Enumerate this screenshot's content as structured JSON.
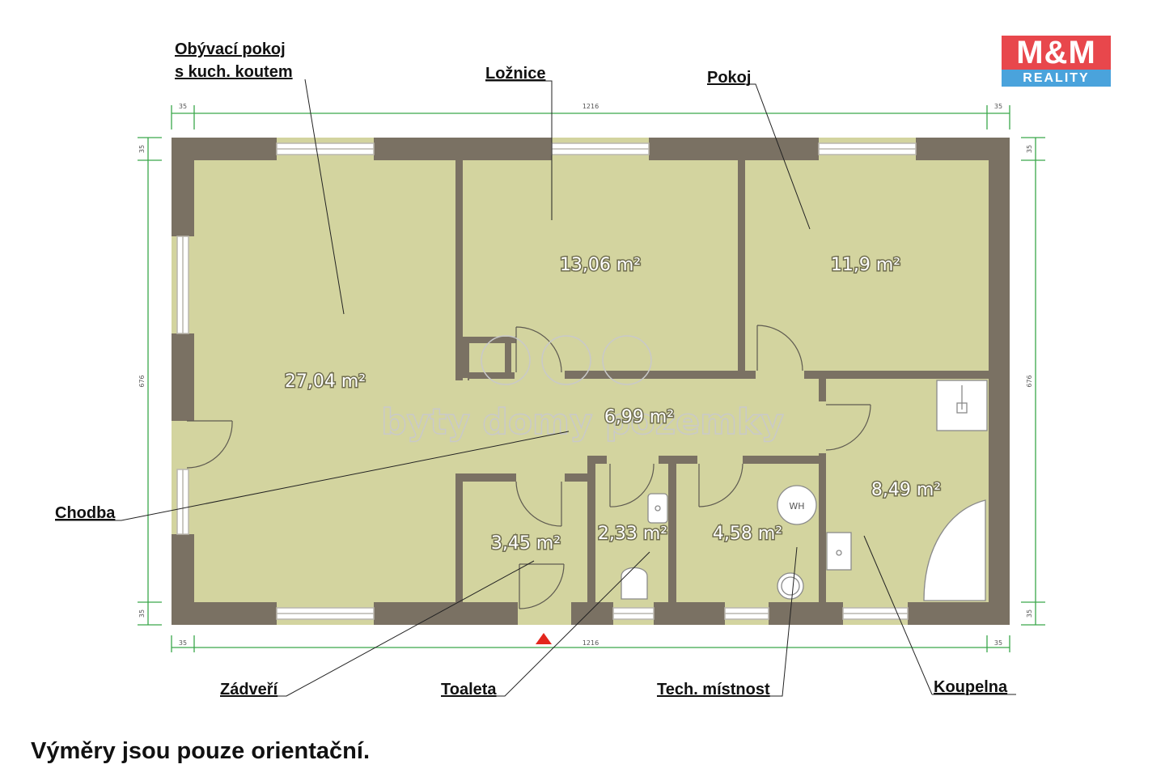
{
  "brand": {
    "logo_top": "M&M",
    "logo_bottom": "REALITY",
    "red": "#e8474c",
    "blue": "#4aa3dc"
  },
  "colors": {
    "floor": "#d3d49f",
    "wall": "#7a7163",
    "dimension": "#3aa84a",
    "entrance": "#e3261d"
  },
  "rooms": [
    {
      "id": "living",
      "area": "27,04 m²"
    },
    {
      "id": "bedroom",
      "area": "13,06 m²"
    },
    {
      "id": "room",
      "area": "11,9 m²"
    },
    {
      "id": "hall",
      "area": "6,99 m²"
    },
    {
      "id": "bathroom",
      "area": "8,49 m²"
    },
    {
      "id": "vestibule",
      "area": "3,45 m²"
    },
    {
      "id": "toilet",
      "area": "2,33 m²"
    },
    {
      "id": "tech",
      "area": "4,58 m²"
    }
  ],
  "callouts": {
    "living_line1": "Obývací pokoj",
    "living_line2": "s kuch. koutem",
    "bedroom": "Ložnice",
    "room": "Pokoj",
    "hall": "Chodba",
    "vestibule": "Zádveří",
    "toilet": "Toaleta",
    "tech": "Tech. místnost",
    "bathroom": "Koupelna"
  },
  "dimensions": {
    "top_left": "35",
    "top_mid": "1216",
    "top_right": "35",
    "bottom_left": "35",
    "bottom_mid": "1216",
    "bottom_right": "35",
    "left_top": "35",
    "left_mid": "676",
    "left_bottom": "35",
    "right_top": "35",
    "right_mid": "676",
    "right_bottom": "35"
  },
  "fixtures": {
    "water_heater": "WH"
  },
  "watermark": "byty domy pozemky",
  "disclaimer": "Výměry jsou pouze orientační."
}
